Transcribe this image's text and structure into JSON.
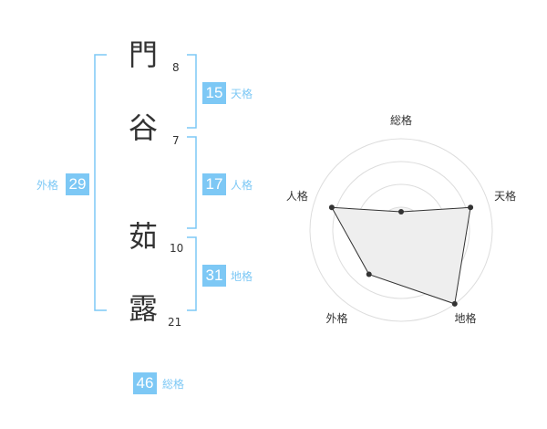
{
  "name_chars": [
    {
      "char": "門",
      "strokes": "8"
    },
    {
      "char": "谷",
      "strokes": "7"
    },
    {
      "char": "茹",
      "strokes": "10"
    },
    {
      "char": "露",
      "strokes": "21"
    }
  ],
  "fortunes": {
    "tenkaku": {
      "value": "15",
      "label": "天格"
    },
    "jinkaku": {
      "value": "17",
      "label": "人格"
    },
    "chikaku": {
      "value": "31",
      "label": "地格"
    },
    "gaikaku": {
      "value": "29",
      "label": "外格"
    },
    "soukaku": {
      "value": "46",
      "label": "総格"
    }
  },
  "colors": {
    "accent": "#7dc8f5",
    "text": "#333333",
    "radar_fill": "#eeeeee",
    "ring": "#dddddd"
  },
  "chart_data": {
    "type": "radar",
    "axes": [
      "総格",
      "天格",
      "地格",
      "外格",
      "人格"
    ],
    "values": [
      0.2,
      0.8,
      1.0,
      0.6,
      0.8
    ],
    "max": 1,
    "rings": 4
  }
}
